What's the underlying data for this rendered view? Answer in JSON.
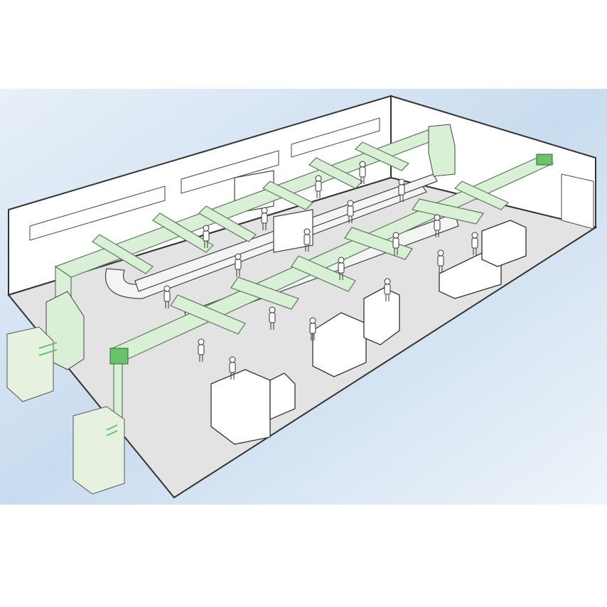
{
  "colors": {
    "sky": "#d3e3f3",
    "floor": "#e4e4e4",
    "wall": "#ffffff",
    "duct": "#d9efd6",
    "duct_edge": "#5a7a5a",
    "duct_accent": "#6cc26c",
    "outline": "#333333"
  },
  "icons": [
    "air-handler-unit",
    "condenser-unit",
    "worker-figure",
    "conveyor",
    "machine-box",
    "storage-rack"
  ]
}
